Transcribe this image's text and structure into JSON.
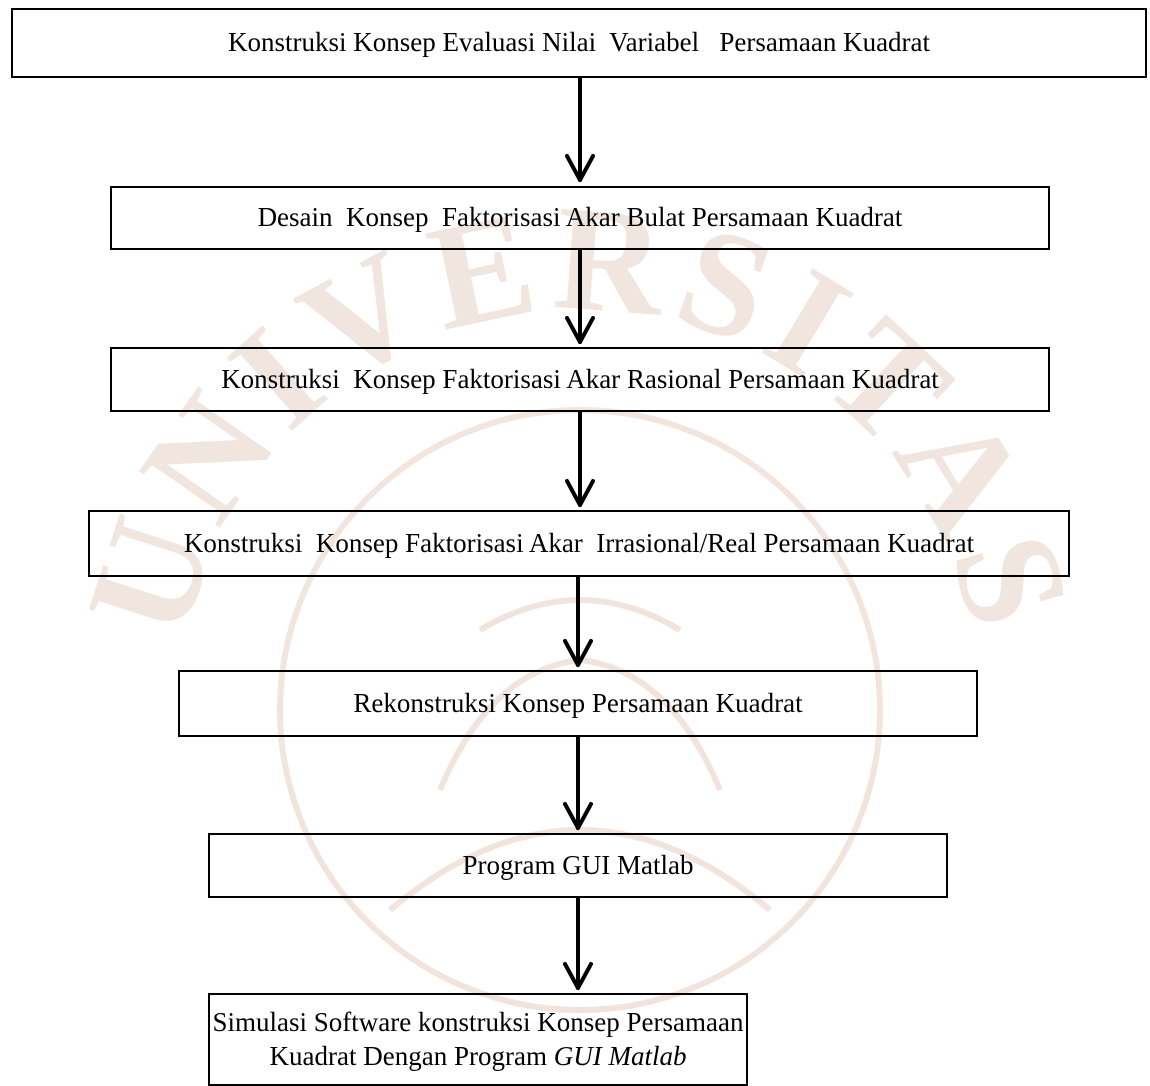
{
  "flowchart": {
    "steps": [
      {
        "label": "Konstruksi Konsep Evaluasi Nilai  Variabel   Persamaan Kuadrat"
      },
      {
        "label": "Desain  Konsep  Faktorisasi Akar Bulat Persamaan Kuadrat"
      },
      {
        "label": "Konstruksi  Konsep Faktorisasi Akar Rasional Persamaan Kuadrat"
      },
      {
        "label": "Konstruksi  Konsep Faktorisasi Akar  Irrasional/Real Persamaan Kuadrat"
      },
      {
        "label": "Rekonstruksi Konsep Persamaan Kuadrat"
      },
      {
        "label": "Program GUI Matlab"
      },
      {
        "label_line1": "Simulasi Software konstruksi  Konsep Persamaan",
        "label_line2_plain": "Kuadrat Dengan Program ",
        "label_line2_italic": "GUI Matlab"
      }
    ]
  },
  "watermark": {
    "text": "UNIVERSITAS",
    "color": "#e9d9cf"
  },
  "colors": {
    "line": "#000000",
    "text": "#000000",
    "background": "#ffffff"
  }
}
